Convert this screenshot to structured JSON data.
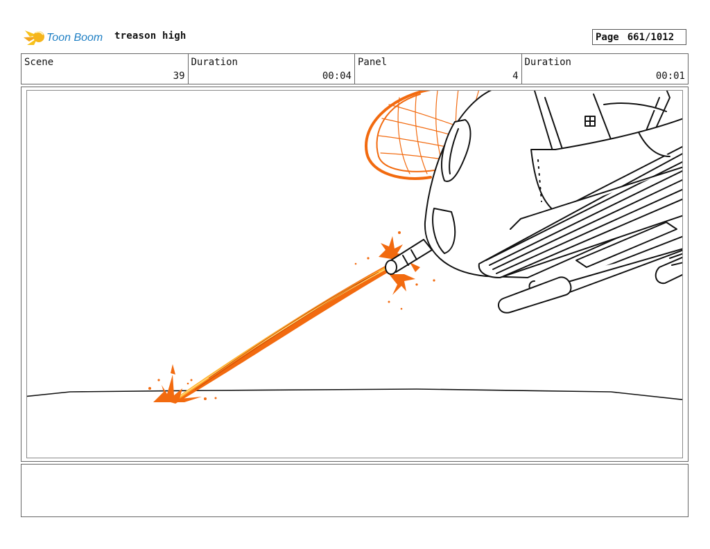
{
  "header": {
    "logo_text": "Toon Boom",
    "project_title": "treason high",
    "page_label": "Page",
    "page_value": "661/1012"
  },
  "info_bar": {
    "scene_label": "Scene",
    "scene_value": "39",
    "duration_label": "Duration",
    "duration_value": "00:04",
    "panel_label": "Panel",
    "panel_value": "4",
    "panel_duration_label": "Duration",
    "panel_duration_value": "00:01"
  },
  "notes": {
    "text": ""
  },
  "colors": {
    "laser_orange": "#f26a0f",
    "laser_yellow": "#ffb02e",
    "logo_yellow": "#f7c21b",
    "ink": "#111111"
  }
}
